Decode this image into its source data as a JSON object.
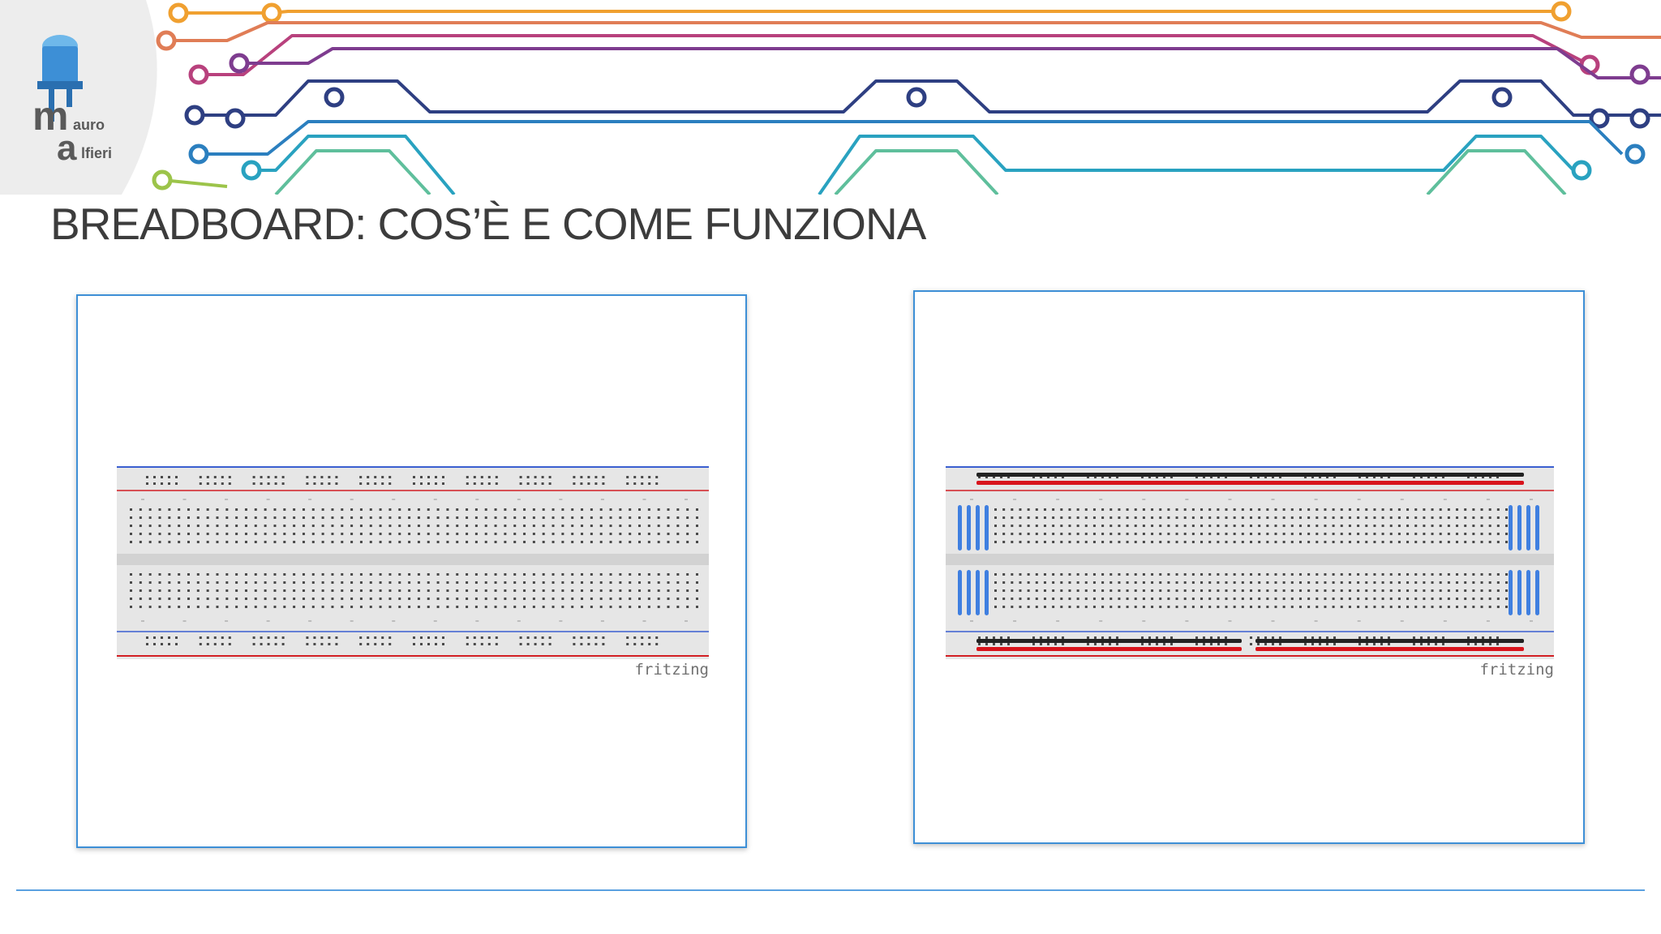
{
  "slide": {
    "title": "BREADBOARD: COS’È E COME FUNZIONA"
  },
  "logo": {
    "name_line1": "auro",
    "name_line2": "lfieri",
    "name_full": "mauro alfieri",
    "icon": "led-icon"
  },
  "panels": [
    {
      "caption": "fritzing",
      "variant": "plain"
    },
    {
      "caption": "fritzing",
      "variant": "highlighted"
    }
  ],
  "colors": {
    "panel_border": "#3d8fd6",
    "breadboard_body": "#e6e6e6",
    "rail_red": "#d21f24",
    "rail_blue": "#3a5fd0",
    "column_highlight": "#3f7fe0",
    "rail_highlight_black": "#222222",
    "rail_highlight_red": "#d8141c",
    "circuit_traces": [
      "#f0a030",
      "#e07d56",
      "#b8417d",
      "#7e3c8f",
      "#2e3f82",
      "#2b7fbf",
      "#29a2c0",
      "#5fbf9c",
      "#9cc44a"
    ]
  }
}
